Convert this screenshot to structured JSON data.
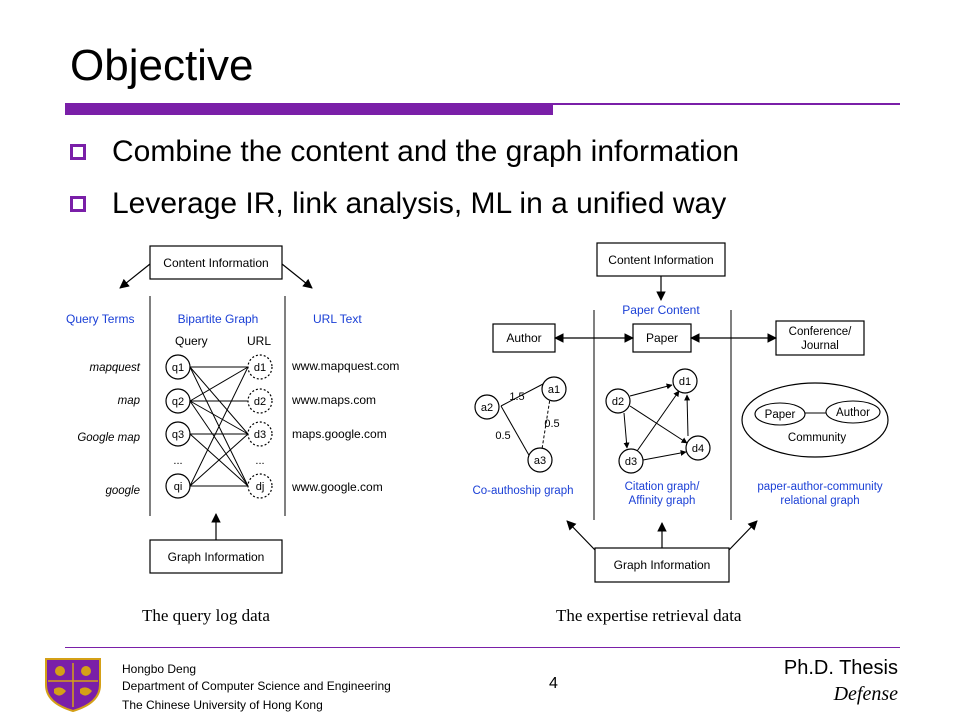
{
  "slide": {
    "title": "Objective",
    "bullets": [
      "Combine the content and the graph information",
      "Leverage IR, link analysis, ML in a unified way"
    ],
    "accent_color": "#7a1fa8"
  },
  "left_figure": {
    "content_box": "Content Information",
    "graph_box": "Graph Information",
    "headers": [
      "Query Terms",
      "Bipartite Graph",
      "URL Text"
    ],
    "col_query": "Query",
    "col_url": "URL",
    "query_terms": [
      "mapquest",
      "map",
      "Google map",
      "google"
    ],
    "query_nodes": [
      "q1",
      "q2",
      "q3",
      "qi"
    ],
    "url_nodes": [
      "d1",
      "d2",
      "d3",
      "dj"
    ],
    "url_texts": [
      "www.mapquest.com",
      "www.maps.com",
      "maps.google.com",
      "www.google.com"
    ],
    "ellipsis": "...",
    "caption": "The query log data",
    "header_color": "#1a3fd6"
  },
  "right_figure": {
    "content_box": "Content Information",
    "paper_content": "Paper Content",
    "author_box": "Author",
    "paper_box": "Paper",
    "conf_box_line1": "Conference/",
    "conf_box_line2": "Journal",
    "coauthor_nodes": [
      "a1",
      "a2",
      "a3"
    ],
    "coauthor_weights": [
      "1.5",
      "0.5",
      "0.5"
    ],
    "citation_nodes": [
      "d1",
      "d2",
      "d3",
      "d4"
    ],
    "community_paper": "Paper",
    "community_author": "Author",
    "community_label": "Community",
    "label_coauthor": "Co-authoship graph",
    "label_citation_1": "Citation graph/",
    "label_citation_2": "Affinity graph",
    "label_relational_1": "paper-author-community",
    "label_relational_2": "relational graph",
    "graph_box": "Graph Information",
    "caption": "The expertise retrieval data"
  },
  "footer": {
    "name": "Hongbo Deng",
    "department": "Department of Computer Science and Engineering",
    "university": "The Chinese University of Hong Kong",
    "page_number": "4",
    "thesis_title": "Ph.D. Thesis",
    "thesis_subtitle": "Defense"
  }
}
